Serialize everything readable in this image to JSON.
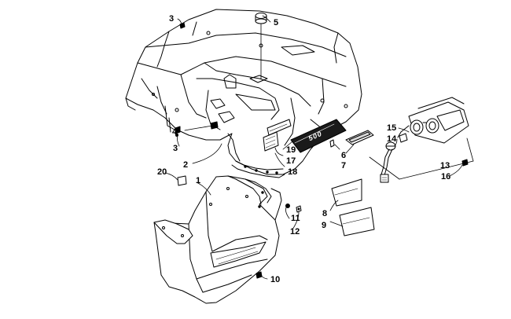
{
  "callouts": {
    "c1": "1",
    "c2": "2",
    "c3a": "3",
    "c3b": "3",
    "c4": "4",
    "c5": "5",
    "c6": "6",
    "c7": "7",
    "c8": "8",
    "c9": "9",
    "c10": "10",
    "c11": "11",
    "c12": "12",
    "c13": "13",
    "c14": "14",
    "c15": "15",
    "c16": "16",
    "c17": "17",
    "c18": "18",
    "c19": "19",
    "c20": "20"
  },
  "decal_text": "500",
  "colors": {
    "line": "#000000",
    "fill": "#ffffff",
    "decal": "#1a1a1a",
    "shade": "#d9d9d9"
  }
}
